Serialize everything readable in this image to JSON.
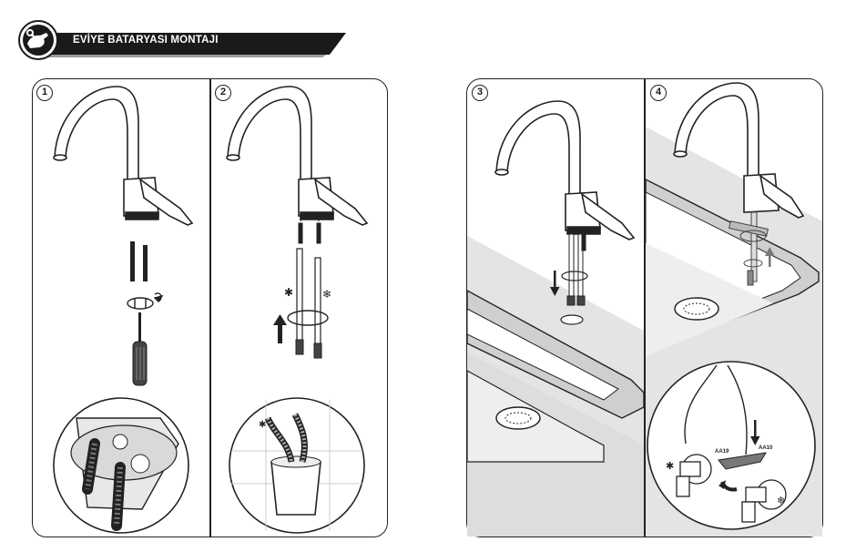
{
  "header": {
    "title": "EVİYE BATARYASI MONTAJI",
    "icon": "wrench-hand-icon",
    "accent_color": "#1a1a1a"
  },
  "steps": [
    {
      "number": "1"
    },
    {
      "number": "2"
    },
    {
      "number": "3"
    },
    {
      "number": "4"
    }
  ],
  "labels": {
    "part_left": "AA19",
    "part_right": "AA10",
    "hot_marker": "✱",
    "cold_marker": "❄"
  }
}
